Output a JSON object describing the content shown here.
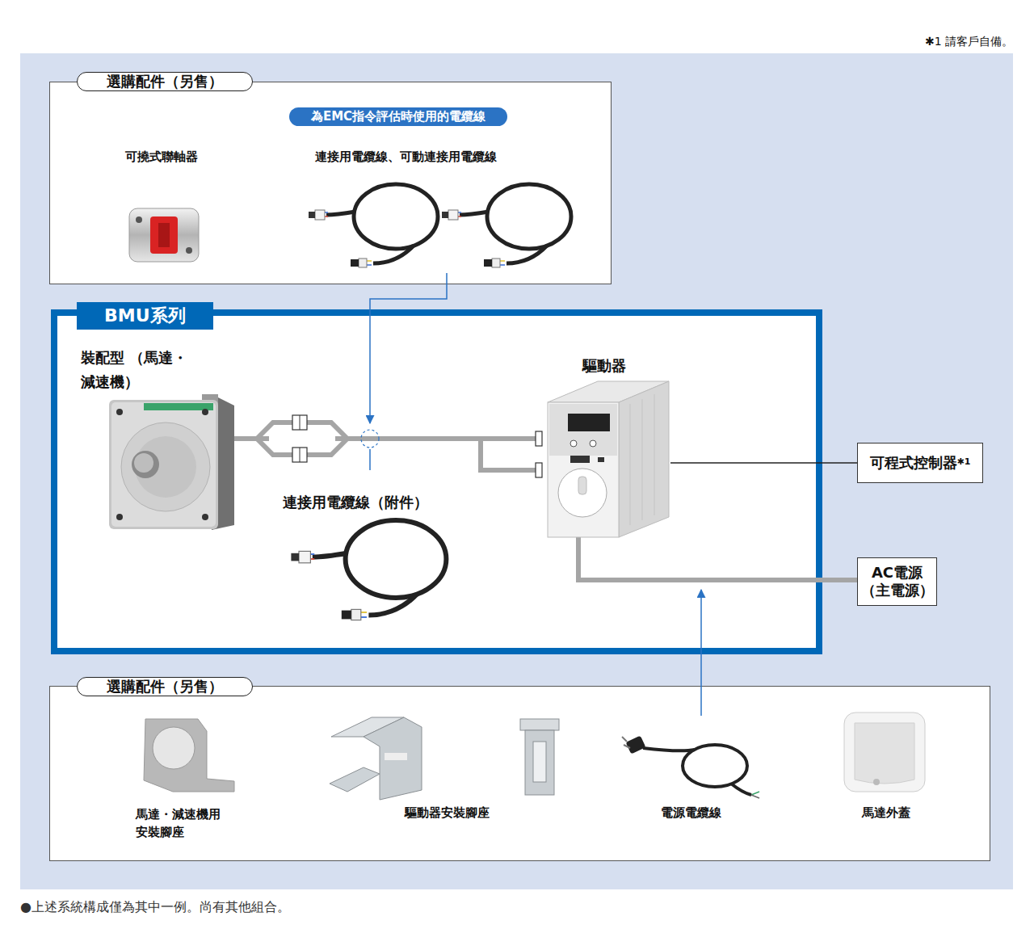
{
  "diagram": {
    "nodes": [
      {
        "text": [
          "選購配件（另售）"
        ]
      },
      {
        "text": [
          "為EMC指令評估時使用的電纜線"
        ],
        "in": 0
      },
      {
        "text": [
          "BMU系列"
        ]
      },
      {
        "text": [
          "裝配型 （馬達・減速機）"
        ],
        "in": 2
      },
      {
        "text": [
          "驅動器"
        ],
        "in": 2
      },
      {
        "text": [
          "可程式控制器",
          "✱1"
        ]
      },
      {
        "text": [
          "AC電源 （主電源）"
        ]
      },
      {
        "text": [
          "選購配件（另售）"
        ]
      }
    ],
    "edges": [
      {
        "from": 3,
        "to": 4,
        "arrow": "none"
      },
      {
        "from": 4,
        "to": 5,
        "arrow": "none"
      },
      {
        "from": 4,
        "to": 6,
        "arrow": "none"
      }
    ],
    "labels": [
      "✱1 請客戶自備。",
      "可撓式聯軸器",
      "連接用電纜線、可動連接用電纜線",
      "連接用電纜線（附件）",
      "馬達・減速機用 安裝腳座",
      "驅動器安裝腳座",
      "電源電纜線",
      "馬達外蓋",
      "●上述系統構成僅為其中一例。尚有其他組合。"
    ]
  }
}
